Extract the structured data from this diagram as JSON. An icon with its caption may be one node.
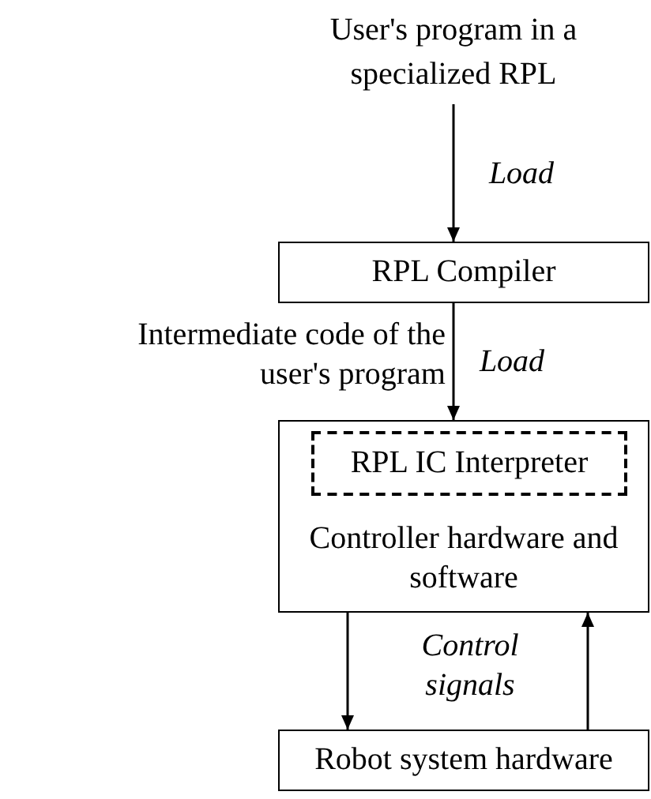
{
  "diagram": {
    "nodes": [
      {
        "text": [
          "User's program in a specialized RPL"
        ]
      },
      {
        "text": [
          "RPL Compiler"
        ]
      },
      {
        "text": [
          "Controller hardware and software"
        ]
      },
      {
        "text": [
          "RPL IC Interpreter"
        ],
        "in": 2
      },
      {
        "text": [
          "Robot system hardware"
        ]
      }
    ],
    "edges": [
      {
        "from": 0,
        "to": 1,
        "arrow": "to",
        "label": "Load"
      },
      {
        "from": 1,
        "to": 2,
        "arrow": "to",
        "label": "Load"
      },
      {
        "from": 2,
        "to": 4,
        "arrow": "to",
        "label": "Control signals"
      },
      {
        "from": 4,
        "to": 2,
        "arrow": "to"
      }
    ],
    "labels": [
      "Intermediate code of the user's program"
    ]
  }
}
